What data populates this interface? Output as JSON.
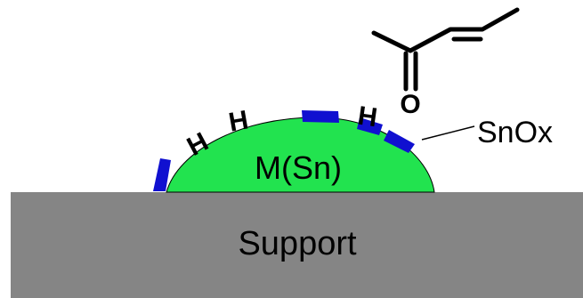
{
  "labels": {
    "particle": "M(Sn)",
    "support": "Support",
    "oxide": "SnOx",
    "hydrogen": [
      "H",
      "H",
      "H"
    ],
    "oxygen": "O"
  },
  "colors": {
    "support": "#858585",
    "particle": "#22e34f",
    "oxide": "#1010d0",
    "ink": "#000000",
    "background": "#ffffff"
  }
}
